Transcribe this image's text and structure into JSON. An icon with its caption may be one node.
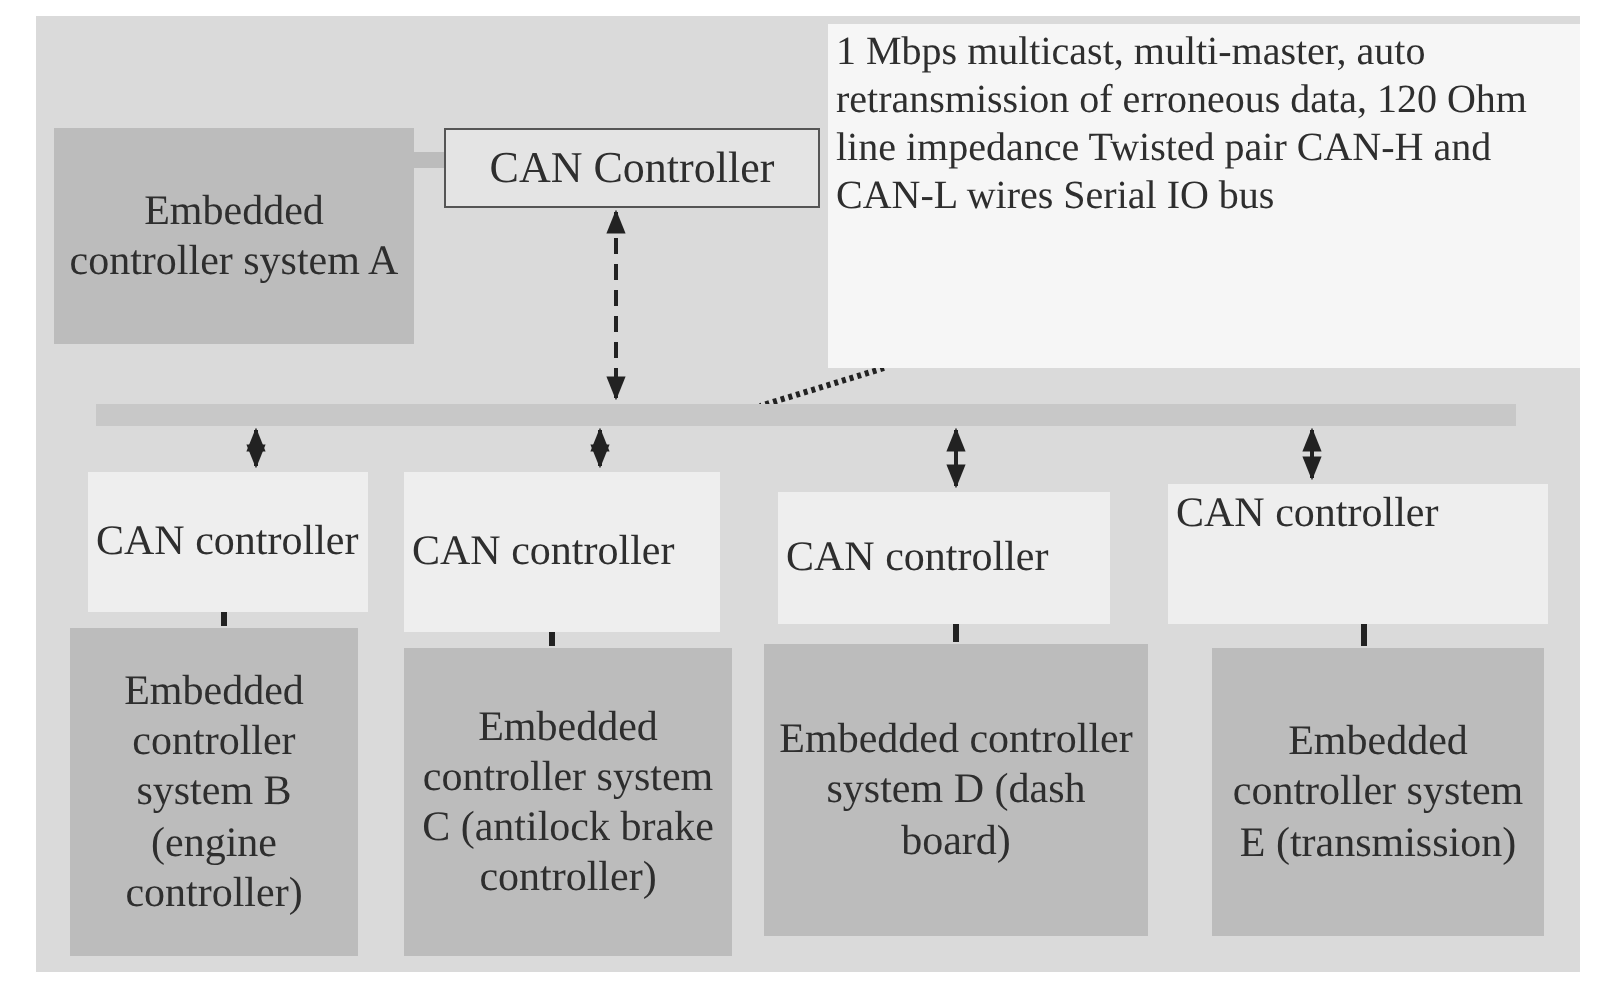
{
  "diagram": {
    "nodes": [
      {
        "text": [
          "Embedded controller system A"
        ]
      },
      {
        "text": [
          "CAN Controller"
        ]
      },
      {
        "text": [
          "1 Mbps multicast, multi-master, auto retransmission of erroneous data, 120 Ohm line impedance Twisted pair CAN-H and CAN-L wires Serial IO bus"
        ]
      },
      {
        "text": [],
        "shape": "bar"
      },
      {
        "text": [
          "CAN controller"
        ]
      },
      {
        "text": [
          "Embedded controller system B (engine controller)"
        ]
      },
      {
        "text": [
          "CAN controller"
        ]
      },
      {
        "text": [
          "Embedded controller system C (antilock brake controller)"
        ]
      },
      {
        "text": [
          "CAN controller"
        ]
      },
      {
        "text": [
          "Embedded controller system D (dash board)"
        ]
      },
      {
        "text": [
          "CAN controller"
        ]
      },
      {
        "text": [
          "Embedded controller system E (transmission)"
        ]
      }
    ],
    "edges": [
      {
        "from": 0,
        "to": 1,
        "arrow": "none",
        "style": "thick",
        "color": "#bcbcbc"
      },
      {
        "from": 1,
        "to": 3,
        "arrow": "both",
        "style": "dashed"
      },
      {
        "from": 2,
        "to": 3,
        "arrow": "none",
        "style": "dashed"
      },
      {
        "from": 3,
        "to": 4,
        "arrow": "both"
      },
      {
        "from": 3,
        "to": 6,
        "arrow": "both"
      },
      {
        "from": 3,
        "to": 8,
        "arrow": "both"
      },
      {
        "from": 3,
        "to": 10,
        "arrow": "both"
      },
      {
        "from": 4,
        "to": 5,
        "arrow": "none"
      },
      {
        "from": 6,
        "to": 7,
        "arrow": "none"
      },
      {
        "from": 8,
        "to": 9,
        "arrow": "none"
      },
      {
        "from": 10,
        "to": 11,
        "arrow": "none"
      }
    ]
  }
}
